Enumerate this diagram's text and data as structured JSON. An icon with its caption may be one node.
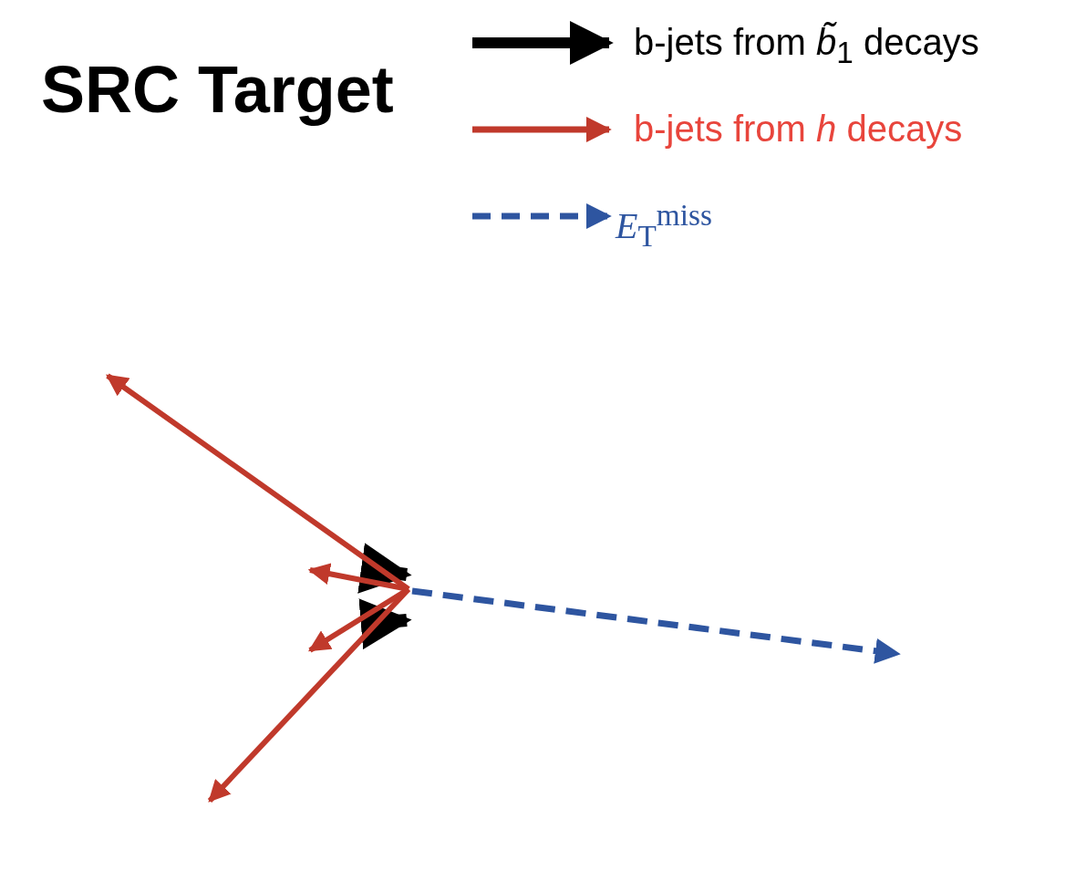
{
  "diagram": {
    "title": "SRC Target",
    "legend": [
      {
        "text": "b-jets from *b̃*$_{1}$ decays"
      },
      {
        "text": "b-jets from *h* decays"
      },
      {
        "text": "*E*$_{T}$$^{miss}$"
      }
    ]
  }
}
